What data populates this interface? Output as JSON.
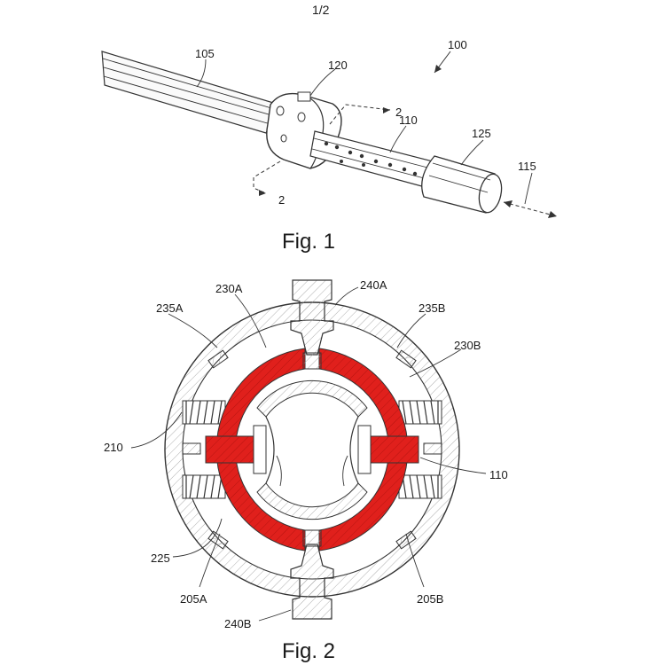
{
  "page_number": "1/2",
  "figures": {
    "fig1": {
      "caption": "Fig. 1",
      "labels": {
        "assembly": "100",
        "shaft": "105",
        "tube": "110",
        "direction": "115",
        "collar": "120",
        "end_cap": "125",
        "section_mark_top": "2",
        "section_mark_bottom": "2"
      }
    },
    "fig2": {
      "caption": "Fig. 2",
      "labels": {
        "key_top": "240A",
        "key_bottom": "240B",
        "ring_left": "230A",
        "ring_right": "230B",
        "housing_left": "235A",
        "housing_right": "235B",
        "spring": "210",
        "tube": "110",
        "inner": "225",
        "lock_left": "205A",
        "lock_right": "205B"
      }
    }
  },
  "colors": {
    "highlight": "#e0201c",
    "line": "#333333"
  }
}
